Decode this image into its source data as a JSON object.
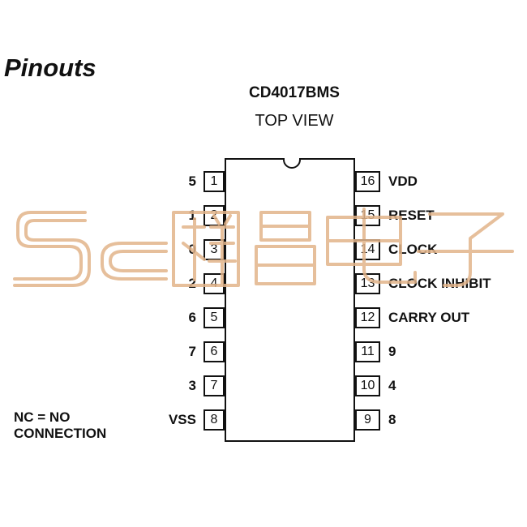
{
  "heading": "Pinouts",
  "part_number": "CD4017BMS",
  "view": "TOP VIEW",
  "left_pins": [
    {
      "number": "1",
      "function": "5"
    },
    {
      "number": "2",
      "function": "1"
    },
    {
      "number": "3",
      "function": "0"
    },
    {
      "number": "4",
      "function": "2"
    },
    {
      "number": "5",
      "function": "6"
    },
    {
      "number": "6",
      "function": "7"
    },
    {
      "number": "7",
      "function": "3"
    },
    {
      "number": "8",
      "function": "VSS"
    }
  ],
  "right_pins": [
    {
      "number": "16",
      "function": "VDD"
    },
    {
      "number": "15",
      "function": "RESET"
    },
    {
      "number": "14",
      "function": "CLOCK"
    },
    {
      "number": "13",
      "function": "CLOCK INHIBIT"
    },
    {
      "number": "12",
      "function": "CARRY OUT"
    },
    {
      "number": "11",
      "function": "9"
    },
    {
      "number": "10",
      "function": "4"
    },
    {
      "number": "9",
      "function": "8"
    }
  ],
  "note": {
    "line1": "NC = NO",
    "line2": "CONNECTION"
  },
  "watermark": {
    "text": "Sc 祥昌电子",
    "color": "#e2b48a"
  }
}
